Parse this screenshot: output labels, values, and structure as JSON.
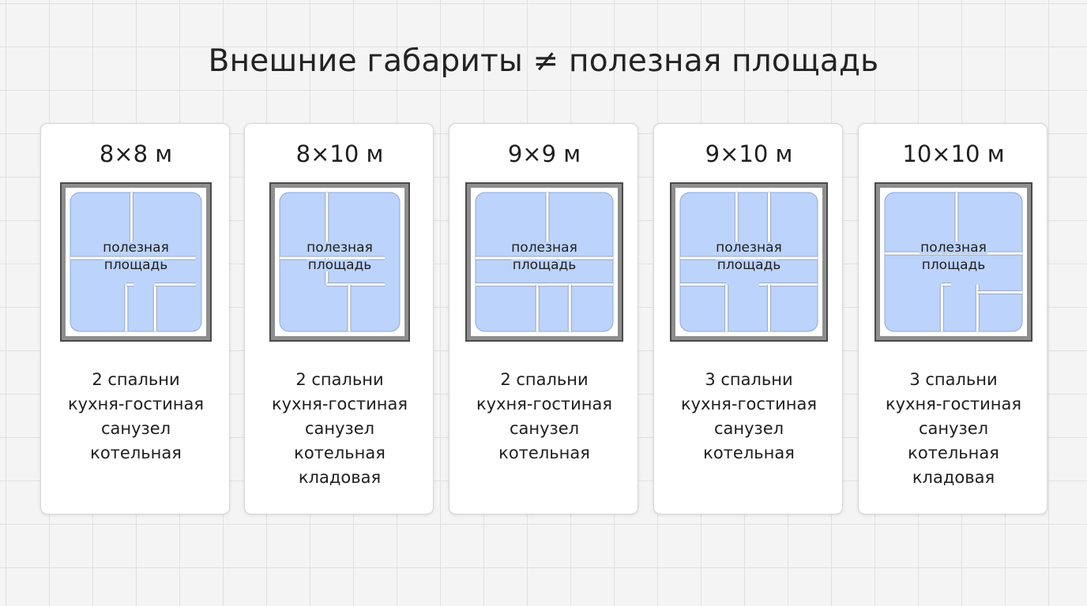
{
  "title": "Внешние габариты ≠ полезная площадь",
  "plan_label_lines": [
    "полезная",
    "площадь"
  ],
  "colors": {
    "wall": "#8e8e8e",
    "wall_border": "#4a4a4a",
    "usable_area": "#bcd3fb",
    "usable_area_border": "#8aa8de",
    "partition": "#ffffff"
  },
  "cards": [
    {
      "size": "8×8 м",
      "rooms": [
        "2 спальни",
        "кухня-гостиная",
        "санузел",
        "котельная"
      ]
    },
    {
      "size": "8×10 м",
      "rooms": [
        "2 спальни",
        "кухня-гостиная",
        "санузел",
        "котельная",
        "кладовая"
      ]
    },
    {
      "size": "9×9 м",
      "rooms": [
        "2 спальни",
        "кухня-гостиная",
        "санузел",
        "котельная"
      ]
    },
    {
      "size": "9×10 м",
      "rooms": [
        "3 спальни",
        "кухня-гостиная",
        "санузел",
        "котельная"
      ]
    },
    {
      "size": "10×10 м",
      "rooms": [
        "3 спальни",
        "кухня-гостиная",
        "санузел",
        "котельная",
        "кладовая"
      ]
    }
  ]
}
